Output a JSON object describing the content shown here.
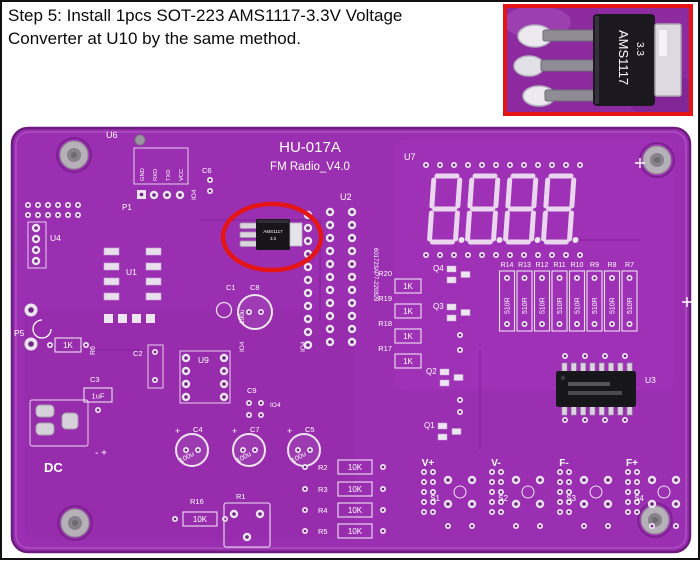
{
  "instruction": {
    "line1": "Step 5: Install 1pcs SOT-223 AMS1117-3.3V Voltage",
    "line2": "Converter at U10 by the same method."
  },
  "inset": {
    "marking_line1": "AMS1117",
    "marking_line2": "3.3"
  },
  "board": {
    "title": "HU-017A",
    "subtitle": "FM Radio_V4.0",
    "serial": "601723AP7-220829",
    "colors": {
      "pcb": "#9b2fb2",
      "silkscreen": "#ffffff",
      "highlight_red": "#e51515"
    },
    "refs": {
      "u1": "U1",
      "u2": "U2",
      "u3": "U3",
      "u4": "U4",
      "u6": "U6",
      "u7": "U7",
      "u9": "U9",
      "p1": "P1",
      "p5": "P5",
      "r1": "R1",
      "r6": "R6",
      "r16": "R16",
      "c1": "C1",
      "c2": "C2",
      "c3": "C3",
      "c4": "C4",
      "c5": "C5",
      "c6": "C6",
      "c7": "C7",
      "c8": "C8",
      "c9": "C9",
      "dc": "DC",
      "plus_minus": "- +",
      "io4": "IO4",
      "plus": "+"
    },
    "values": {
      "v1k": "1K",
      "v10k": "10K",
      "v510r": "510R",
      "v100u": "100u",
      "v1uf": "1uF"
    },
    "p1_pins": [
      "GND",
      "RXD",
      "TXD",
      "VCC"
    ],
    "driver_resistors": [
      "R20",
      "R19",
      "R18",
      "R17"
    ],
    "transistors": [
      "Q4",
      "Q3",
      "Q2",
      "Q1"
    ],
    "bank_refs": [
      "R14",
      "R13",
      "R12",
      "R11",
      "R10",
      "R9",
      "R8",
      "R7"
    ],
    "bottom_resistors": [
      "R2",
      "R3",
      "R4",
      "R5"
    ],
    "buttons": {
      "functions": [
        "V+",
        "V-",
        "F-",
        "F+"
      ],
      "switches": [
        "S1",
        "S2",
        "S3",
        "S4"
      ]
    }
  }
}
